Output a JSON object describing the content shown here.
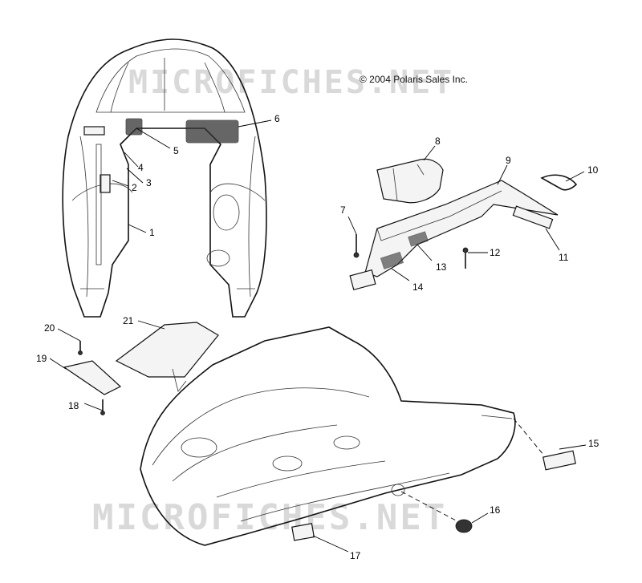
{
  "copyright": "© 2004 Polaris Sales Inc.",
  "watermark": "MICROFICHES.NET",
  "callouts": [
    {
      "id": "1",
      "label": "1"
    },
    {
      "id": "2",
      "label": "2"
    },
    {
      "id": "3",
      "label": "3"
    },
    {
      "id": "4",
      "label": "4"
    },
    {
      "id": "5",
      "label": "5"
    },
    {
      "id": "6",
      "label": "6"
    },
    {
      "id": "7",
      "label": "7"
    },
    {
      "id": "8",
      "label": "8"
    },
    {
      "id": "9",
      "label": "9"
    },
    {
      "id": "10",
      "label": "10"
    },
    {
      "id": "11",
      "label": "11"
    },
    {
      "id": "12",
      "label": "12"
    },
    {
      "id": "13",
      "label": "13"
    },
    {
      "id": "14",
      "label": "14"
    },
    {
      "id": "15",
      "label": "15"
    },
    {
      "id": "16",
      "label": "16"
    },
    {
      "id": "17",
      "label": "17"
    },
    {
      "id": "18",
      "label": "18"
    },
    {
      "id": "19",
      "label": "19"
    },
    {
      "id": "20",
      "label": "20"
    },
    {
      "id": "21",
      "label": "21"
    }
  ]
}
